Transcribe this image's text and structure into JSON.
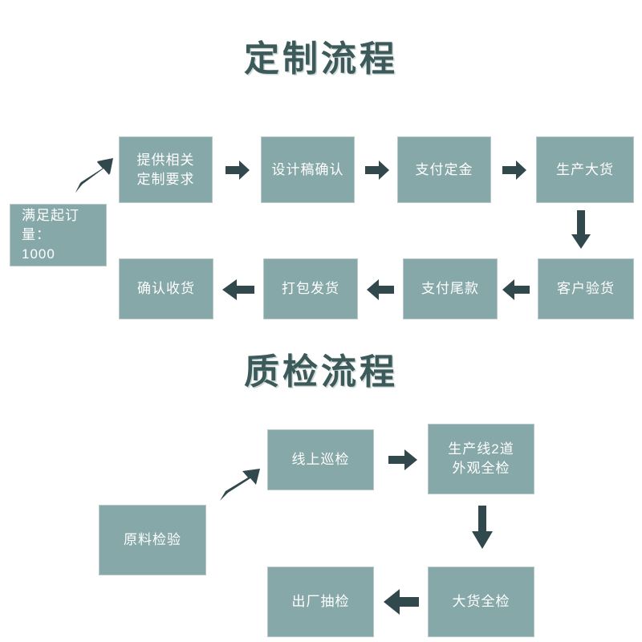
{
  "palette": {
    "box_fill": "#87a8a8",
    "box_border": "#b9c9c9",
    "box_text": "#ffffff",
    "title_text": "#3d5a5a",
    "title_shadow": "#cfd8d8",
    "arrow_fill": "#31494c",
    "background": "#ffffff"
  },
  "sections": [
    {
      "title": "定制流程",
      "nodes": [
        {
          "key": "moq",
          "label": "满足起订量：\n1000"
        },
        {
          "key": "requirements",
          "label": "提供相关\n定制要求"
        },
        {
          "key": "design_confirm",
          "label": "设计稿确认"
        },
        {
          "key": "pay_deposit",
          "label": "支付定金"
        },
        {
          "key": "bulk_produce",
          "label": "生产大货"
        },
        {
          "key": "client_inspect",
          "label": "客户验货"
        },
        {
          "key": "pay_balance",
          "label": "支付尾款"
        },
        {
          "key": "pack_ship",
          "label": "打包发货"
        },
        {
          "key": "confirm_receipt",
          "label": "确认收货"
        }
      ],
      "arrows": [
        {
          "key": "moq-to-requirements",
          "icon": "arrow-up-right-icon"
        },
        {
          "key": "requirements-to-design",
          "icon": "arrow-right-icon"
        },
        {
          "key": "design-to-deposit",
          "icon": "arrow-right-icon"
        },
        {
          "key": "deposit-to-bulk",
          "icon": "arrow-right-icon"
        },
        {
          "key": "bulk-to-client-inspect",
          "icon": "arrow-down-icon"
        },
        {
          "key": "client-inspect-to-balance",
          "icon": "arrow-left-icon"
        },
        {
          "key": "balance-to-pack",
          "icon": "arrow-left-icon"
        },
        {
          "key": "pack-to-confirm-receipt",
          "icon": "arrow-left-icon"
        }
      ]
    },
    {
      "title": "质检流程",
      "nodes": [
        {
          "key": "material_check",
          "label": "原料检验"
        },
        {
          "key": "online_patrol",
          "label": "线上巡检"
        },
        {
          "key": "line2_full",
          "label": "生产线2道\n外观全检"
        },
        {
          "key": "bulk_full_check",
          "label": "大货全检"
        },
        {
          "key": "factory_sample",
          "label": "出厂抽检"
        }
      ],
      "arrows": [
        {
          "key": "material-to-patrol",
          "icon": "arrow-up-right-icon"
        },
        {
          "key": "patrol-to-line2",
          "icon": "arrow-right-icon"
        },
        {
          "key": "line2-to-bulk-full",
          "icon": "arrow-down-icon"
        },
        {
          "key": "bulk-full-to-sample",
          "icon": "arrow-left-icon"
        }
      ]
    }
  ]
}
